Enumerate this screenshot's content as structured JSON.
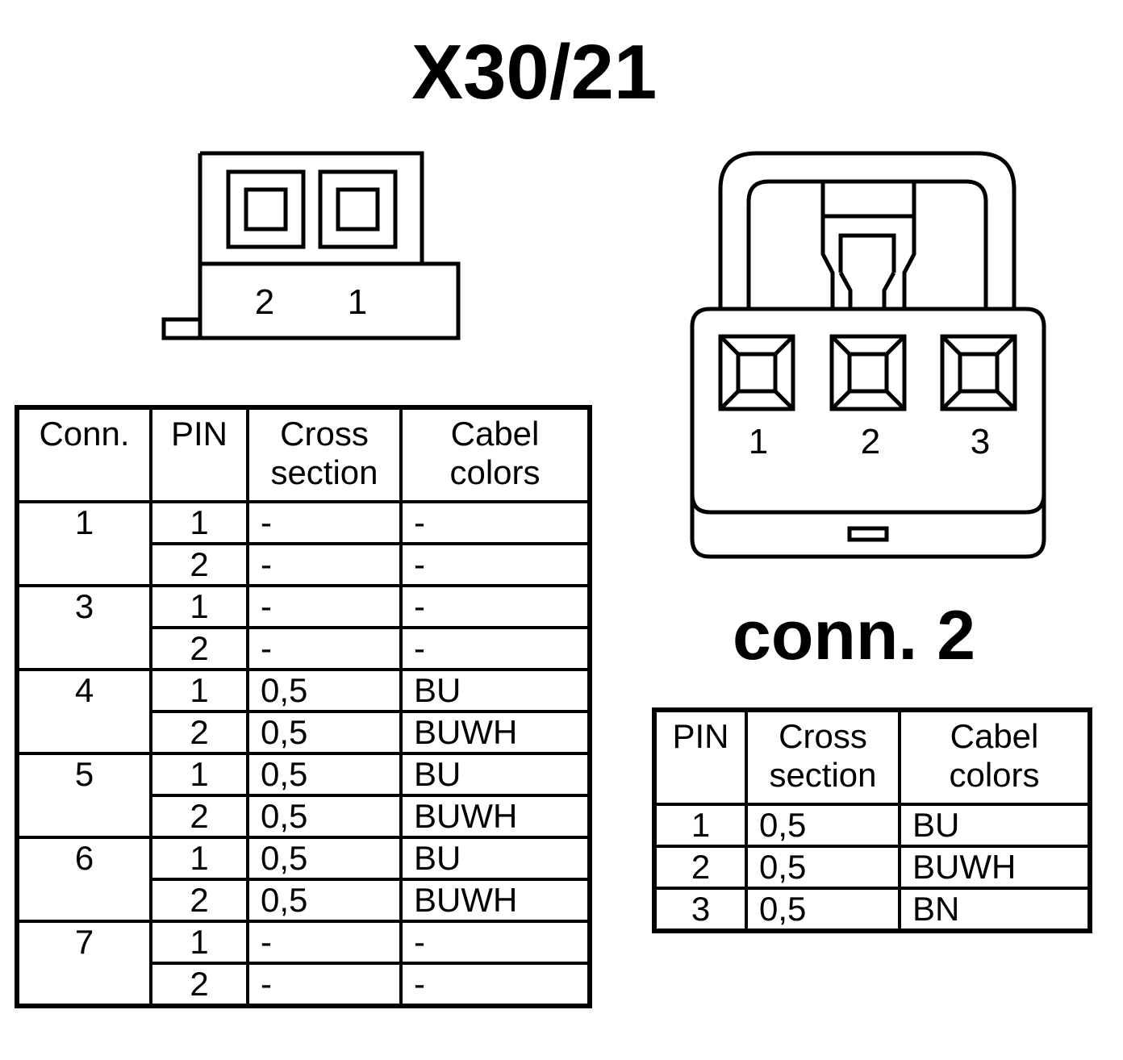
{
  "title": "X30/21",
  "connector_left": {
    "pins": [
      "2",
      "1"
    ]
  },
  "connector_right": {
    "title": "conn. 2",
    "pins": [
      "1",
      "2",
      "3"
    ]
  },
  "main_table": {
    "headers": [
      "Conn.",
      "PIN",
      "Cross section",
      "Cabel colors"
    ],
    "header_lines": [
      [
        "Conn."
      ],
      [
        "PIN"
      ],
      [
        "Cross",
        "section"
      ],
      [
        "Cabel",
        "colors"
      ]
    ],
    "groups": [
      {
        "conn": "1",
        "rows": [
          {
            "pin": "1",
            "cross": "-",
            "color": "-"
          },
          {
            "pin": "2",
            "cross": "-",
            "color": "-"
          }
        ]
      },
      {
        "conn": "3",
        "rows": [
          {
            "pin": "1",
            "cross": "-",
            "color": "-"
          },
          {
            "pin": "2",
            "cross": "-",
            "color": "-"
          }
        ]
      },
      {
        "conn": "4",
        "rows": [
          {
            "pin": "1",
            "cross": "0,5",
            "color": "BU"
          },
          {
            "pin": "2",
            "cross": "0,5",
            "color": "BUWH"
          }
        ]
      },
      {
        "conn": "5",
        "rows": [
          {
            "pin": "1",
            "cross": "0,5",
            "color": "BU"
          },
          {
            "pin": "2",
            "cross": "0,5",
            "color": "BUWH"
          }
        ]
      },
      {
        "conn": "6",
        "rows": [
          {
            "pin": "1",
            "cross": "0,5",
            "color": "BU"
          },
          {
            "pin": "2",
            "cross": "0,5",
            "color": "BUWH"
          }
        ]
      },
      {
        "conn": "7",
        "rows": [
          {
            "pin": "1",
            "cross": "-",
            "color": "-"
          },
          {
            "pin": "2",
            "cross": "-",
            "color": "-"
          }
        ]
      }
    ]
  },
  "conn2_table": {
    "header_lines": [
      [
        "PIN"
      ],
      [
        "Cross",
        "section"
      ],
      [
        "Cabel",
        "colors"
      ]
    ],
    "rows": [
      {
        "pin": "1",
        "cross": "0,5",
        "color": "BU"
      },
      {
        "pin": "2",
        "cross": "0,5",
        "color": "BUWH"
      },
      {
        "pin": "3",
        "cross": "0,5",
        "color": "BN"
      }
    ]
  }
}
